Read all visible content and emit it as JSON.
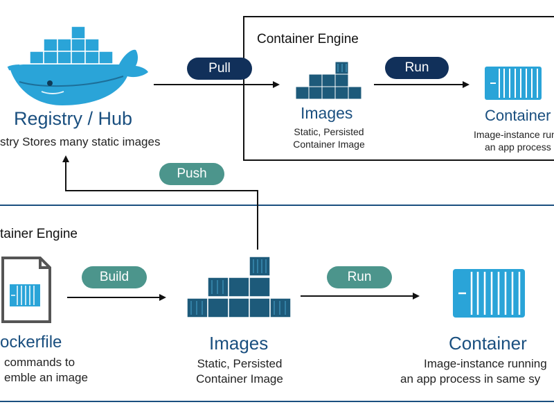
{
  "registry": {
    "title": "Registry / Hub",
    "subtitle": "stry Stores many static images"
  },
  "remote_engine": {
    "title": "Container Engine",
    "images_title": "Images",
    "images_desc_line1": "Static, Persisted",
    "images_desc_line2": "Container Image",
    "container_title": "Container",
    "container_desc_line1": "Image-instance runn",
    "container_desc_line2": "an app process"
  },
  "local_engine": {
    "title": "tainer Engine",
    "dockerfile_title": "ockerfile",
    "dockerfile_desc_line1": "commands to",
    "dockerfile_desc_line2": "emble an image",
    "images_title": "Images",
    "images_desc_line1": "Static, Persisted",
    "images_desc_line2": "Container Image",
    "container_title": "Container",
    "container_desc_line1": "Image-instance running",
    "container_desc_line2": "an app process in same sy"
  },
  "actions": {
    "pull": "Pull",
    "run_top": "Run",
    "push": "Push",
    "build": "Build",
    "run_bottom": "Run"
  },
  "colors": {
    "navy": "#11305a",
    "teal": "#4c958c",
    "docker_blue": "#2aa4d8",
    "container_dark": "#1d5a7a",
    "frame_blue": "#1a4f7f"
  }
}
